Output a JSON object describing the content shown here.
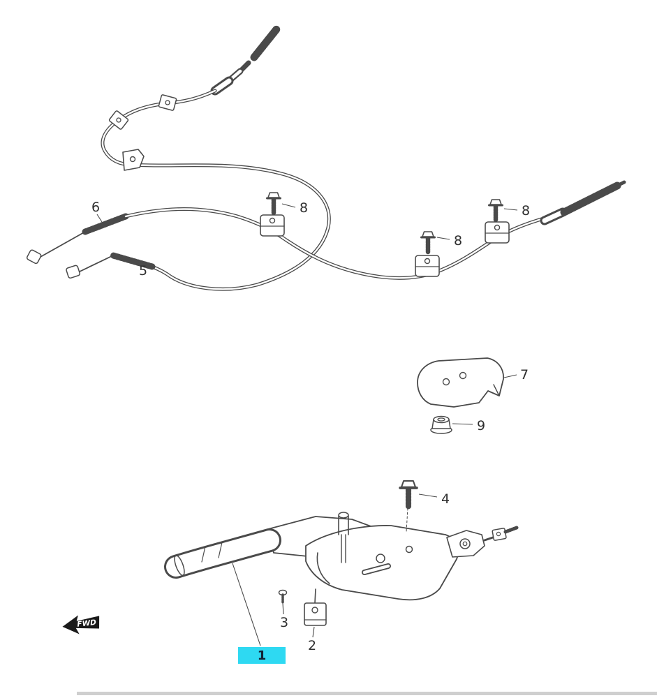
{
  "diagram": {
    "highlight_color": "#2ed9f2",
    "fwd_label": "FWD",
    "callouts": {
      "n1": "1",
      "n2": "2",
      "n3": "3",
      "n4": "4",
      "n5": "5",
      "n6": "6",
      "n7": "7",
      "n8a": "8",
      "n8b": "8",
      "n8c": "8",
      "n9": "9"
    }
  }
}
